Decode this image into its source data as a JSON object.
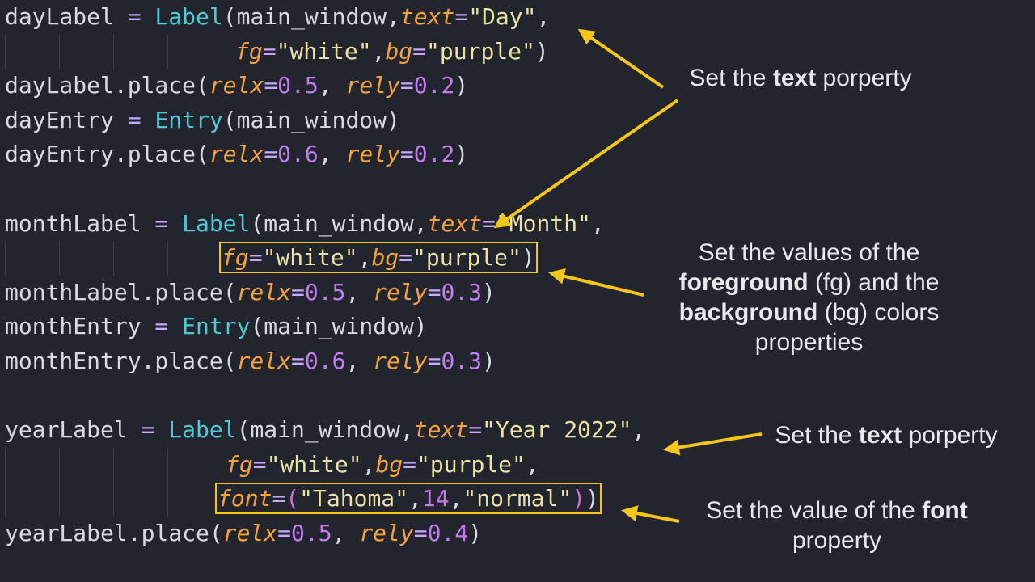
{
  "code": {
    "l1": {
      "a": "dayLabel",
      "b": " = ",
      "c": "Label",
      "d": "(main_window,",
      "e": "text",
      "f": "=",
      "g": "\"Day\"",
      "h": ","
    },
    "l2": {
      "a": "fg",
      "b": "=",
      "c": "\"white\"",
      "d": ",",
      "e": "bg",
      "f": "=",
      "g": "\"purple\"",
      "h": ")"
    },
    "l3": {
      "a": "dayLabel.place(",
      "b": "relx",
      "c": "=",
      "d": "0.5",
      "e": ", ",
      "f": "rely",
      "g": "=",
      "h": "0.2",
      "i": ")"
    },
    "l4": {
      "a": "dayEntry",
      "b": " = ",
      "c": "Entry",
      "d": "(main_window)"
    },
    "l5": {
      "a": "dayEntry.place(",
      "b": "relx",
      "c": "=",
      "d": "0.6",
      "e": ", ",
      "f": "rely",
      "g": "=",
      "h": "0.2",
      "i": ")"
    },
    "l7": {
      "a": "monthLabel",
      "b": " = ",
      "c": "Label",
      "d": "(main_window,",
      "e": "text",
      "f": "=",
      "g": "\"Month\"",
      "h": ","
    },
    "l8": {
      "a": "fg",
      "b": "=",
      "c": "\"white\"",
      "d": ",",
      "e": "bg",
      "f": "=",
      "g": "\"purple\"",
      "h": ")"
    },
    "l9": {
      "a": "monthLabel.place(",
      "b": "relx",
      "c": "=",
      "d": "0.5",
      "e": ", ",
      "f": "rely",
      "g": "=",
      "h": "0.3",
      "i": ")"
    },
    "l10": {
      "a": "monthEntry",
      "b": " = ",
      "c": "Entry",
      "d": "(main_window)"
    },
    "l11": {
      "a": "monthEntry.place(",
      "b": "relx",
      "c": "=",
      "d": "0.6",
      "e": ", ",
      "f": "rely",
      "g": "=",
      "h": "0.3",
      "i": ")"
    },
    "l13": {
      "a": "yearLabel",
      "b": " = ",
      "c": "Label",
      "d": "(main_window,",
      "e": "text",
      "f": "=",
      "g": "\"Year 2022\"",
      "h": ","
    },
    "l14": {
      "a": "fg",
      "b": "=",
      "c": "\"white\"",
      "d": ",",
      "e": "bg",
      "f": "=",
      "g": "\"purple\"",
      "h": ","
    },
    "l15": {
      "a": "font",
      "b": "=",
      "c": "(",
      "d": "\"Tahoma\"",
      "e": ",",
      "f": "14",
      "g": ",",
      "h": "\"normal\"",
      "i": ")",
      "j": ")"
    },
    "l16": {
      "a": "yearLabel.place(",
      "b": "relx",
      "c": "=",
      "d": "0.5",
      "e": ", ",
      "f": "rely",
      "g": "=",
      "h": "0.4",
      "i": ")"
    }
  },
  "notes": {
    "n1": {
      "pre": "Set the  ",
      "bold": "text",
      "post": " porperty"
    },
    "n2": {
      "l1": "Set the values  of the",
      "b1": "foreground",
      "m1": " (fg) and  the",
      "b2": "background",
      "m2": " (bg) colors",
      "l4": "properties"
    },
    "n3": {
      "pre": "Set the  ",
      "bold": "text",
      "post": " porperty"
    },
    "n4": {
      "pre": "Set the value  of the ",
      "bold": "font",
      "l2": "property"
    }
  },
  "colors": {
    "background": "#23252e",
    "accent": "#f5c518"
  }
}
